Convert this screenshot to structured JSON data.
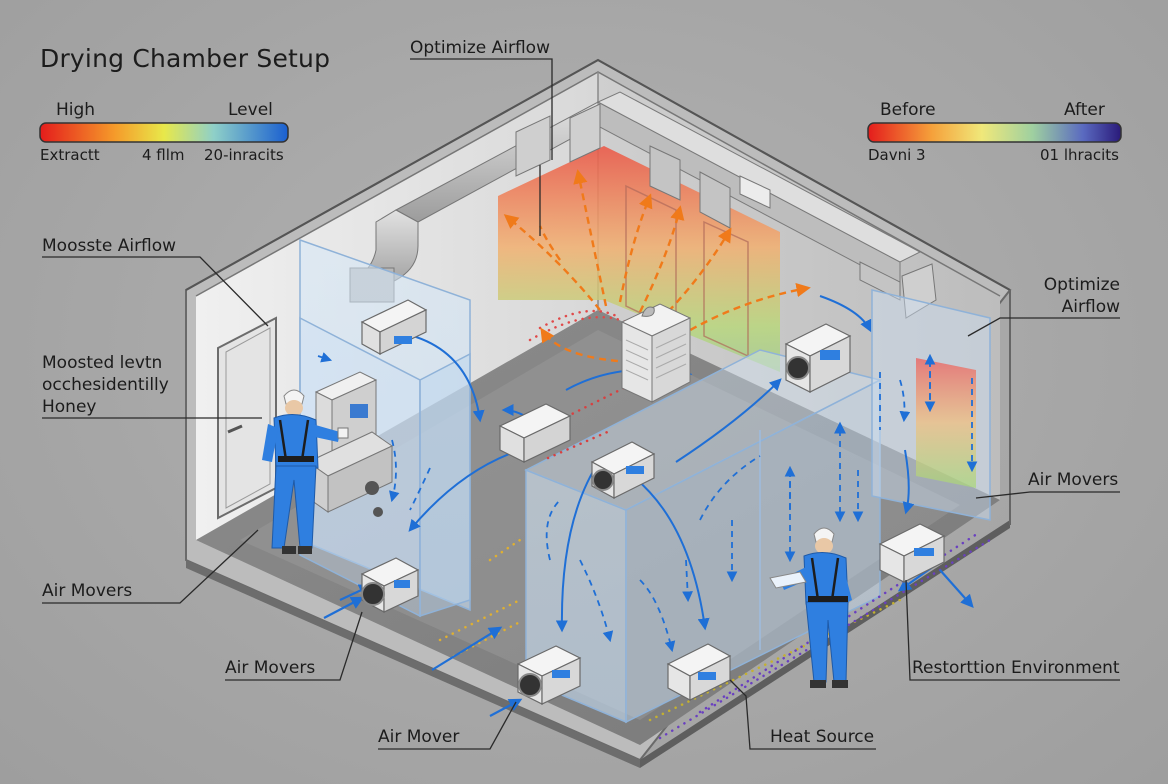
{
  "title": "Drying Chamber Setup",
  "legend_left": {
    "high": "High",
    "level": "Level",
    "extract": "Extractt",
    "mid": "4 fllm",
    "right": "20-inracits"
  },
  "legend_right": {
    "before": "Before",
    "after": "After",
    "left": "Davni 3",
    "right": "01 lhracits"
  },
  "labels": {
    "optimize_top": "Optimize Airflow",
    "moosste": "Moosste Airflow",
    "moosted_1": "Moosted levtn",
    "moosted_2": "occhesidentilly",
    "moosted_3": "Honey",
    "optimize_right_1": "Optimize",
    "optimize_right_2": "Airflow",
    "air_movers_right": "Air Movers",
    "air_movers_left": "Air Movers",
    "air_movers_bottom": "Air Movers",
    "air_mover": "Air Mover",
    "heat_source": "Heat Source",
    "restoration": "Restorttion Environment"
  },
  "colors": {
    "airflow_blue": "#1f6fd6",
    "airflow_orange": "#f07a1a",
    "worker_blue": "#2f7fe0",
    "moisture_red": "#e84a3c",
    "moisture_green": "#8fd06a"
  }
}
